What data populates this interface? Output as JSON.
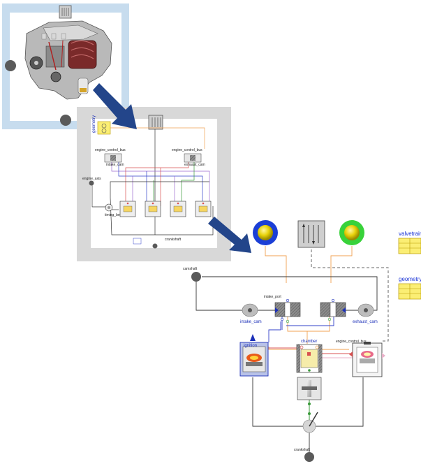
{
  "colors": {
    "outer_frame": "#c7dcee",
    "middle_frame": "#d8d8d8",
    "arrow": "#23458a",
    "wire_orange": "#f0a050",
    "wire_blue": "#3140c8",
    "wire_red": "#d85050",
    "wire_purple": "#9a6ad0",
    "wire_green": "#3a9a3a",
    "table_yellow": "#fbee74",
    "pipe_blue_ring": "#1b3fd6",
    "pipe_green_ring": "#38d23a"
  },
  "icons": [
    "engine-illustration-icon",
    "bus-connector-icon",
    "flow-arrow-icon",
    "cam-icon",
    "valve-icon",
    "cylinder-icon",
    "crankshaft-icon"
  ],
  "middle": {
    "labels": {
      "geometry": "geometry",
      "engine_control_bus_left": "engine_control_bus",
      "engine_control_bus_right": "engine_control_bus",
      "intake_cam": "intake_cam",
      "exhaust_cam": "exhaust_cam",
      "engine_axis": "engine_axis",
      "timing_belt": "timing_belt",
      "crankshaft": "crankshaft"
    }
  },
  "detail": {
    "labels": {
      "valvetrain": "valvetrain",
      "geometry": "geometry",
      "camshaft": "camshaft",
      "intake_port": "intake_port",
      "intake_cam": "intake_cam",
      "exhaust_cam": "exhaust_cam",
      "ignition": "ignition",
      "chamber": "chamber",
      "engine_control_bus": "engine_control_bus",
      "crankshaft": "crankshaft"
    }
  }
}
